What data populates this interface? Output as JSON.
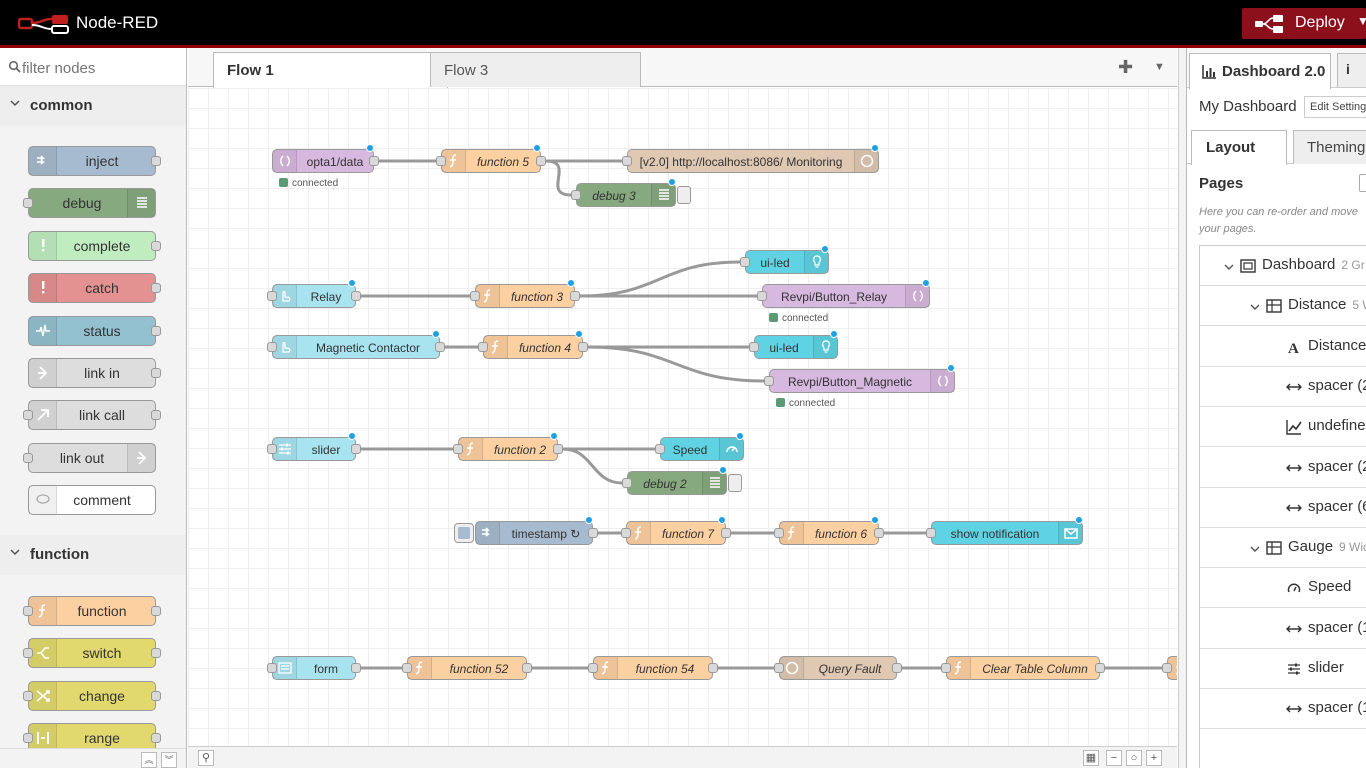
{
  "header": {
    "app_title": "Node-RED",
    "deploy_label": "Deploy"
  },
  "palette": {
    "search_placeholder": "filter nodes",
    "categories": [
      {
        "label": "common",
        "nodes": [
          {
            "label": "inject",
            "color": "#a6bbcf",
            "icon": "inject-icon",
            "align": "left",
            "in": false,
            "out": true
          },
          {
            "label": "debug",
            "color": "#87a980",
            "icon": "debug-icon",
            "align": "right",
            "in": true,
            "out": false
          },
          {
            "label": "complete",
            "color": "#c0edc0",
            "icon": "complete-icon",
            "align": "left",
            "in": false,
            "out": true
          },
          {
            "label": "catch",
            "color": "#e49191",
            "icon": "catch-icon",
            "align": "left",
            "in": false,
            "out": true
          },
          {
            "label": "status",
            "color": "#94c1d0",
            "icon": "status-icon",
            "align": "left",
            "in": false,
            "out": true
          },
          {
            "label": "link in",
            "color": "#dddddd",
            "icon": "link-in-icon",
            "align": "left",
            "in": false,
            "out": true
          },
          {
            "label": "link call",
            "color": "#dddddd",
            "icon": "link-call-icon",
            "align": "left",
            "in": true,
            "out": true
          },
          {
            "label": "link out",
            "color": "#dddddd",
            "icon": "link-out-icon",
            "align": "right",
            "in": true,
            "out": false
          },
          {
            "label": "comment",
            "color": "#ffffff",
            "icon": "comment-icon",
            "align": "left",
            "in": false,
            "out": false
          }
        ]
      },
      {
        "label": "function",
        "nodes": [
          {
            "label": "function",
            "color": "#fdd0a2",
            "icon": "function-icon",
            "align": "left",
            "in": true,
            "out": true
          },
          {
            "label": "switch",
            "color": "#e2d96e",
            "icon": "switch-icon",
            "align": "left",
            "in": true,
            "out": true
          },
          {
            "label": "change",
            "color": "#e2d96e",
            "icon": "change-icon",
            "align": "left",
            "in": true,
            "out": true
          },
          {
            "label": "range",
            "color": "#e2d96e",
            "icon": "range-icon",
            "align": "left",
            "in": true,
            "out": true
          }
        ]
      }
    ]
  },
  "tabs": [
    {
      "label": "Flow 1",
      "active": true,
      "changed": true
    },
    {
      "label": "Flow 3",
      "active": false,
      "changed": false
    }
  ],
  "flow": {
    "nodes": [
      {
        "id": "n1",
        "label": "opta1/data",
        "color": "#d7b8df",
        "icon": "wireless-icon",
        "status": "connected",
        "in": false,
        "out": true,
        "changed": true
      },
      {
        "id": "n2",
        "label": "function 5",
        "color": "#fdd0a2",
        "icon": "function-icon",
        "italic": true,
        "in": true,
        "out": true,
        "changed": true
      },
      {
        "id": "n3",
        "label": "[v2.0] http://localhost:8086/ Monitoring",
        "color": "#e0c9b3",
        "icon": "database-icon",
        "icon_right": true,
        "in": true,
        "out": false,
        "changed": true
      },
      {
        "id": "n4",
        "label": "debug 3",
        "color": "#87a980",
        "icon": "debug-icon",
        "icon_right": true,
        "italic": true,
        "in": true,
        "out": false,
        "changed": true,
        "toggle": true
      },
      {
        "id": "n5",
        "label": "Relay",
        "color": "#a8e4f0",
        "icon": "button-icon",
        "in": true,
        "out": true,
        "changed": true
      },
      {
        "id": "n6",
        "label": "function 3",
        "color": "#fdd0a2",
        "icon": "function-icon",
        "italic": true,
        "in": true,
        "out": true,
        "changed": true
      },
      {
        "id": "n7",
        "label": "ui-led",
        "color": "#5fd3e4",
        "icon": "bulb-icon",
        "icon_right": true,
        "in": true,
        "out": false,
        "changed": true
      },
      {
        "id": "n8",
        "label": "Revpi/Button_Relay",
        "color": "#d7b8df",
        "icon": "wireless-icon",
        "icon_right": true,
        "status": "connected",
        "in": true,
        "out": false,
        "changed": true
      },
      {
        "id": "n9",
        "label": "Magnetic Contactor",
        "color": "#a8e4f0",
        "icon": "button-icon",
        "in": true,
        "out": true,
        "changed": true
      },
      {
        "id": "n10",
        "label": "function 4",
        "color": "#fdd0a2",
        "icon": "function-icon",
        "italic": true,
        "in": true,
        "out": true,
        "changed": true
      },
      {
        "id": "n11",
        "label": "ui-led",
        "color": "#5fd3e4",
        "icon": "bulb-icon",
        "icon_right": true,
        "in": true,
        "out": false,
        "changed": true
      },
      {
        "id": "n12",
        "label": "Revpi/Button_Magnetic",
        "color": "#d7b8df",
        "icon": "wireless-icon",
        "icon_right": true,
        "status": "connected",
        "in": true,
        "out": false,
        "changed": true
      },
      {
        "id": "n13",
        "label": "slider",
        "color": "#a8e4f0",
        "icon": "slider-icon",
        "in": true,
        "out": true,
        "changed": true
      },
      {
        "id": "n14",
        "label": "function 2",
        "color": "#fdd0a2",
        "icon": "function-icon",
        "italic": true,
        "in": true,
        "out": true,
        "changed": true
      },
      {
        "id": "n15",
        "label": "Speed",
        "color": "#5fd3e4",
        "icon": "gauge-icon",
        "icon_right": true,
        "in": true,
        "out": false,
        "changed": true
      },
      {
        "id": "n16",
        "label": "debug 2",
        "color": "#87a980",
        "icon": "debug-icon",
        "icon_right": true,
        "italic": true,
        "in": true,
        "out": false,
        "changed": true,
        "toggle": true
      },
      {
        "id": "n17",
        "label": "timestamp ↻",
        "color": "#a6bbcf",
        "icon": "inject-icon",
        "in": false,
        "out": true,
        "changed": true,
        "button": true
      },
      {
        "id": "n18",
        "label": "function 7",
        "color": "#fdd0a2",
        "icon": "function-icon",
        "italic": true,
        "in": true,
        "out": true,
        "changed": true
      },
      {
        "id": "n19",
        "label": "function 6",
        "color": "#fdd0a2",
        "icon": "function-icon",
        "italic": true,
        "in": true,
        "out": true,
        "changed": true
      },
      {
        "id": "n20",
        "label": "show notification",
        "color": "#5fd3e4",
        "icon": "mail-icon",
        "icon_right": true,
        "in": true,
        "out": false,
        "changed": true
      },
      {
        "id": "n21",
        "label": "form",
        "color": "#a8e4f0",
        "icon": "form-icon",
        "in": true,
        "out": true,
        "changed": false
      },
      {
        "id": "n22",
        "label": "function 52",
        "color": "#fdd0a2",
        "icon": "function-icon",
        "italic": true,
        "in": true,
        "out": true,
        "changed": false
      },
      {
        "id": "n23",
        "label": "function 54",
        "color": "#fdd0a2",
        "icon": "function-icon",
        "italic": true,
        "in": true,
        "out": true,
        "changed": false
      },
      {
        "id": "n24",
        "label": "Query Fault",
        "color": "#e0c9b3",
        "icon": "database-icon",
        "italic": true,
        "in": true,
        "out": true,
        "changed": false
      },
      {
        "id": "n25",
        "label": "Clear Table Column",
        "color": "#fdd0a2",
        "icon": "function-icon",
        "italic": true,
        "in": true,
        "out": true,
        "changed": false
      },
      {
        "id": "n26",
        "label": "",
        "color": "#fdd0a2",
        "icon": "function-icon",
        "in": true,
        "out": true,
        "changed": false
      }
    ],
    "wires": [
      [
        "n1",
        "n2"
      ],
      [
        "n2",
        "n3"
      ],
      [
        "n2",
        "n4"
      ],
      [
        "n5",
        "n6"
      ],
      [
        "n6",
        "n7"
      ],
      [
        "n6",
        "n8"
      ],
      [
        "n9",
        "n10"
      ],
      [
        "n10",
        "n11"
      ],
      [
        "n10",
        "n12"
      ],
      [
        "n13",
        "n14"
      ],
      [
        "n14",
        "n15"
      ],
      [
        "n14",
        "n16"
      ],
      [
        "n17",
        "n18"
      ],
      [
        "n18",
        "n19"
      ],
      [
        "n19",
        "n20"
      ],
      [
        "n21",
        "n22"
      ],
      [
        "n22",
        "n23"
      ],
      [
        "n23",
        "n24"
      ],
      [
        "n24",
        "n25"
      ],
      [
        "n25",
        "n26"
      ]
    ]
  },
  "sidebar": {
    "tab_label": "Dashboard 2.0",
    "info_tab": "i",
    "dashboard_name": "My Dashboard",
    "edit_settings": "Edit Settings",
    "subtabs": [
      "Layout",
      "Theming"
    ],
    "pages_title": "Pages",
    "pages_help": "Here you can re-order and move your pages.",
    "tree": [
      {
        "label": "Dashboard",
        "count": "2 Gr",
        "icon": "page-icon",
        "level": 0,
        "expanded": true
      },
      {
        "label": "Distance",
        "count": "5 W",
        "icon": "group-icon",
        "level": 1,
        "expanded": true
      },
      {
        "label": "Distance",
        "icon": "text-icon",
        "level": 2
      },
      {
        "label": "spacer (2",
        "icon": "spacer-icon",
        "level": 2
      },
      {
        "label": "undefined",
        "icon": "chart-icon",
        "level": 2
      },
      {
        "label": "spacer (2",
        "icon": "spacer-icon",
        "level": 2
      },
      {
        "label": "spacer (6",
        "icon": "spacer-icon",
        "level": 2
      },
      {
        "label": "Gauge",
        "count": "9 Wid",
        "icon": "group-icon",
        "level": 1,
        "expanded": true
      },
      {
        "label": "Speed",
        "icon": "gauge-icon",
        "level": 2
      },
      {
        "label": "spacer (1",
        "icon": "spacer-icon",
        "level": 2
      },
      {
        "label": "slider",
        "icon": "slider-icon",
        "level": 2
      },
      {
        "label": "spacer (1",
        "icon": "spacer-icon",
        "level": 2
      }
    ]
  }
}
